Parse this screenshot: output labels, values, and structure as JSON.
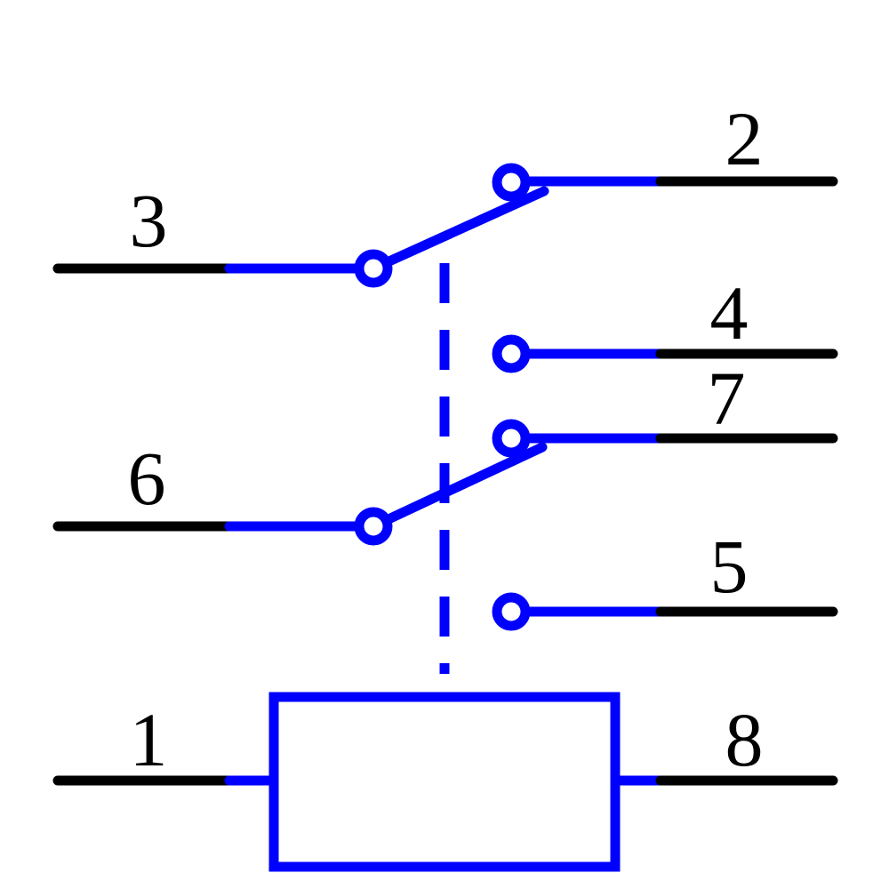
{
  "diagram": {
    "kind": "relay-schematic",
    "colors": {
      "wire": "#000000",
      "symbol": "#0000ff",
      "background": "#ffffff"
    },
    "pins": {
      "pin1": "1",
      "pin2": "2",
      "pin3": "3",
      "pin4": "4",
      "pin5": "5",
      "pin6": "6",
      "pin7": "7",
      "pin8": "8"
    }
  }
}
